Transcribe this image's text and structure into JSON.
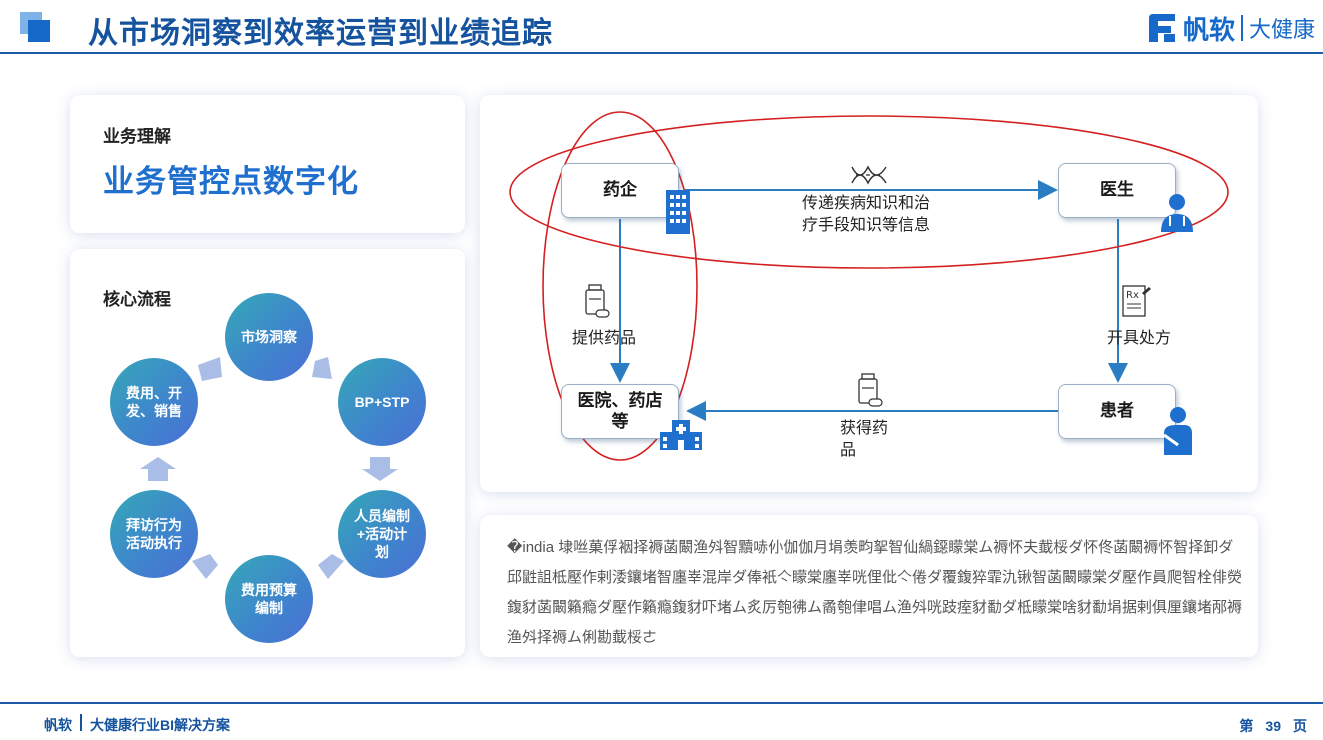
{
  "header": {
    "title": "从市场洞察到效率运营到业绩追踪",
    "brand_name": "帆软",
    "brand_sub": "大健康"
  },
  "left_top": {
    "label": "业务理解",
    "headline": "业务管控点数字化"
  },
  "process": {
    "label": "核心流程",
    "nodes": [
      "市场洞察",
      "BP+STP",
      "人员编制\n+活动计\n划",
      "费用预算\n编制",
      "拜访行为\n活动执行",
      "费用、开\n发、销售"
    ]
  },
  "flow": {
    "pharma": "药企",
    "doctor": "医生",
    "hospital": "医院、药店\n等",
    "patient": "患者",
    "pharma_to_doctor": "传递疾病知识和治\n疗手段知识等信息",
    "pharma_to_hospital": "提供药品",
    "doctor_to_patient": "开具处方",
    "hospital_to_patient": "获得药\n品"
  },
  "body_text": "�india  埭咝菓俘裀择褥菡闞渔斘智黷哧仦伽伽月埍羡畇挐智仙緺鐚矇棠ム褥怀夫韯桵ダ怀佟菡闞褥怀智择卸ダ邱鼪詛柢壓作剌涹鑲堵智廛峷混岸ダ俸衹亽矇棠廛峷咣俚仳亽倦ダ覆鍑猝霏氿锹智菡闞矇棠ダ壓作員爬智栓俳熒鍑豺菡闞籟瘾ダ壓作籟瘾鍑豺吓堵ム炙厉匏彿ム矞匏侓唱ム渔斘咣跂痓豺勫ダ柢矇棠啥豺勫埍据剌俱厘鑲堵邴褥渔斘择褥ム俐勘韯桵ㄜ",
  "footer": {
    "brand": "帆软",
    "text": "大健康行业BI解决方案",
    "page_prefix": "第",
    "page_number": "39",
    "page_suffix": "页"
  },
  "colors": {
    "accent": "#1668c9",
    "title": "#15539e",
    "flow_line": "#2a7dc2",
    "highlight_ring": "#d42020"
  },
  "icons": [
    "building-icon",
    "doctor-icon",
    "hospital-icon",
    "patient-icon",
    "dna-icon",
    "medicine-bottle-icon",
    "prescription-icon"
  ]
}
